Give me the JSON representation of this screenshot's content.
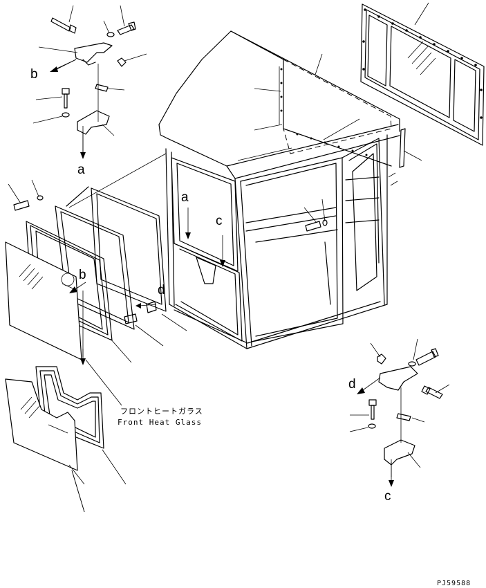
{
  "labels": {
    "a": "a",
    "b": "b",
    "c": "c",
    "d": "d"
  },
  "caption": {
    "japanese": "フロントヒートガラス",
    "english": "Front Heat Glass"
  },
  "doc_code": "PJ59588"
}
